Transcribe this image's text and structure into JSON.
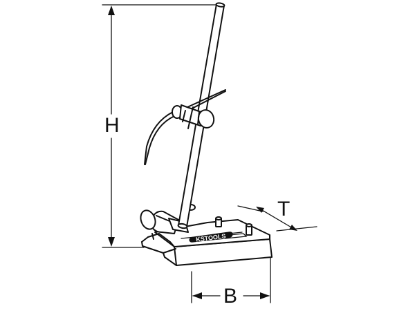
{
  "dimensions": {
    "height_label": "H",
    "depth_label": "T",
    "width_label": "B"
  },
  "logo": {
    "text": "KSTOOLS"
  },
  "colors": {
    "ink": "#111111",
    "background": "#ffffff"
  }
}
